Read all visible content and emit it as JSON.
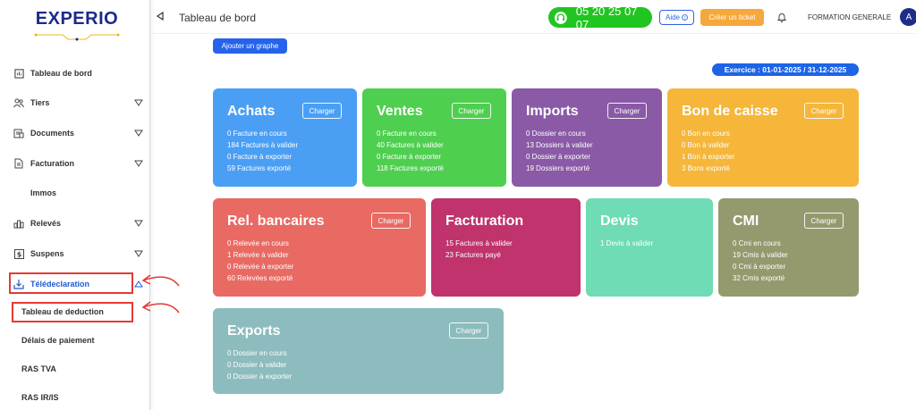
{
  "app": {
    "logo": "EXPERIO"
  },
  "header": {
    "title": "Tableau de bord",
    "phone": "05 20 25 07 07",
    "help_label": "Aide",
    "ticket_label": "Créer un ticket",
    "company": "FORMATION GENERALE",
    "avatar_initial": "A"
  },
  "sidebar": {
    "items": [
      {
        "label": "Tableau de bord",
        "icon": "dashboard-icon"
      },
      {
        "label": "Tiers",
        "icon": "users-icon"
      },
      {
        "label": "Documents",
        "icon": "documents-icon"
      },
      {
        "label": "Facturation",
        "icon": "invoice-icon"
      },
      {
        "label": "Immos",
        "icon": ""
      },
      {
        "label": "Relevés",
        "icon": "chart-icon"
      },
      {
        "label": "Suspens",
        "icon": "dollar-icon"
      },
      {
        "label": "Télédeclaration",
        "icon": "download-icon"
      }
    ],
    "subitems": [
      {
        "label": "Tableau de deduction"
      },
      {
        "label": "Délais de paiement"
      },
      {
        "label": "RAS TVA"
      },
      {
        "label": "RAS IR/IS"
      }
    ]
  },
  "main": {
    "add_graph_label": "Ajouter un graphe",
    "exercise_label": "Exercice : 01-01-2025 / 31-12-2025",
    "charger_label": "Charger",
    "cards": [
      {
        "title": "Achats",
        "color": "#4a9ff5",
        "lines": [
          "0 Facture en cours",
          "184 Factures à valider",
          "0 Facture à exporter",
          "59 Factures exporté"
        ]
      },
      {
        "title": "Ventes",
        "color": "#4fcf4f",
        "lines": [
          "0 Facture en cours",
          "40 Factures à valider",
          "0 Facture à exporter",
          "118 Factures exporté"
        ]
      },
      {
        "title": "Imports",
        "color": "#8a5aa6",
        "lines": [
          "0 Dossier en cours",
          "13 Dossiers à valider",
          "0 Dossier à exporter",
          "19 Dossiers exporté"
        ]
      },
      {
        "title": "Bon de caisse",
        "color": "#f5b63a",
        "lines": [
          "0 Bon en cours",
          "0 Bon à valider",
          "1 Bon à exporter",
          "3 Bons exporté"
        ]
      },
      {
        "title": "Rel. bancaires",
        "color": "#e86a63",
        "lines": [
          "0 Relevée en cours",
          "1 Relevée à valider",
          "0 Relevée à exporter",
          "60 Relevées exporté"
        ]
      },
      {
        "title": "Facturation",
        "color": "#c0336c",
        "lines": [
          "15 Factures à valider",
          "23 Factures payé"
        ]
      },
      {
        "title": "Devis",
        "color": "#6fdcb6",
        "lines": [
          "1 Devis à valider"
        ]
      },
      {
        "title": "CMI",
        "color": "#959a6e",
        "lines": [
          "0 Cmi en cours",
          "19 Cmis à valider",
          "0 Cmi à exporter",
          "32 Cmis exporté"
        ]
      },
      {
        "title": "Exports",
        "color": "#8cbcbd",
        "lines": [
          "0 Dossier en cours",
          "0 Dossier à valider",
          "0 Dossier à exporter"
        ]
      }
    ]
  }
}
